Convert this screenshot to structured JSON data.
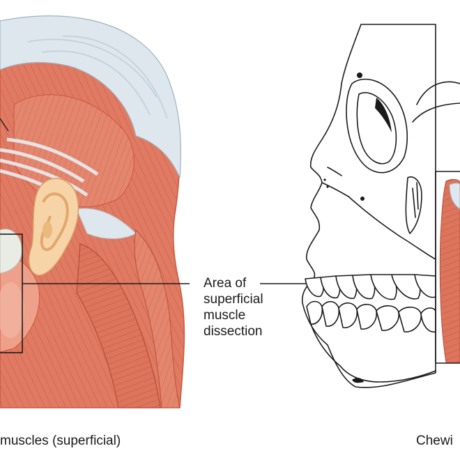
{
  "callout": {
    "lines": [
      "Area of",
      "superficial",
      "muscle",
      "dissection"
    ]
  },
  "captions": {
    "left": "muscles (superficial)",
    "right": "Chewi"
  },
  "colors": {
    "muscle": "#e07a62",
    "muscle_light": "#eea08b",
    "fiber": "#b94f3a",
    "tendon": "#dfe7ee",
    "tendon_shade": "#c5d2dc",
    "ear": "#f6d4a8",
    "ear_shade": "#e9b97e",
    "bone_outline": "#1a1a1a",
    "background": "#ffffff"
  }
}
